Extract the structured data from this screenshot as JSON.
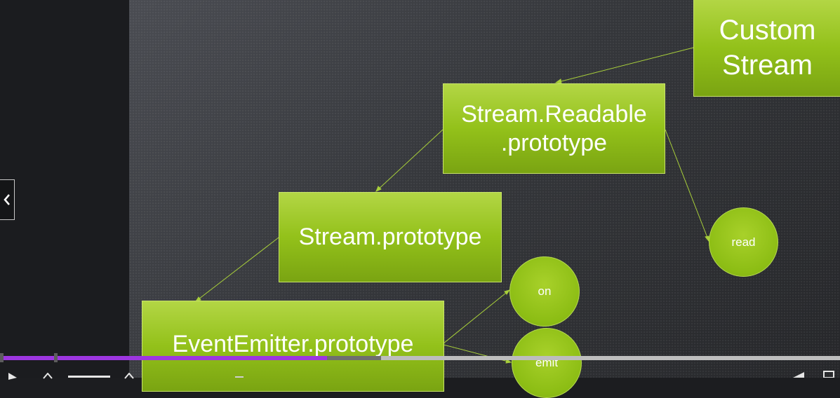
{
  "slide": {
    "nodes": {
      "custom_stream": "Custom\nStream",
      "readable_prototype": "Stream.Readable\n.prototype",
      "stream_prototype": "Stream.prototype",
      "eventemitter_prototype": "EventEmitter.prototype",
      "read": "read",
      "on": "on",
      "emit": "emit"
    },
    "colors": {
      "box_green": "#93c11a",
      "connector": "#a8cf3a",
      "background": "#3a3c40"
    }
  },
  "player": {
    "progress_fraction": 0.389,
    "buffered_fraction": 0.454,
    "accent": "#9d36e0",
    "icons": [
      "chevron-left-icon",
      "play-icon",
      "rewind-icon",
      "forward-icon",
      "volume-icon",
      "fullscreen-icon"
    ]
  }
}
